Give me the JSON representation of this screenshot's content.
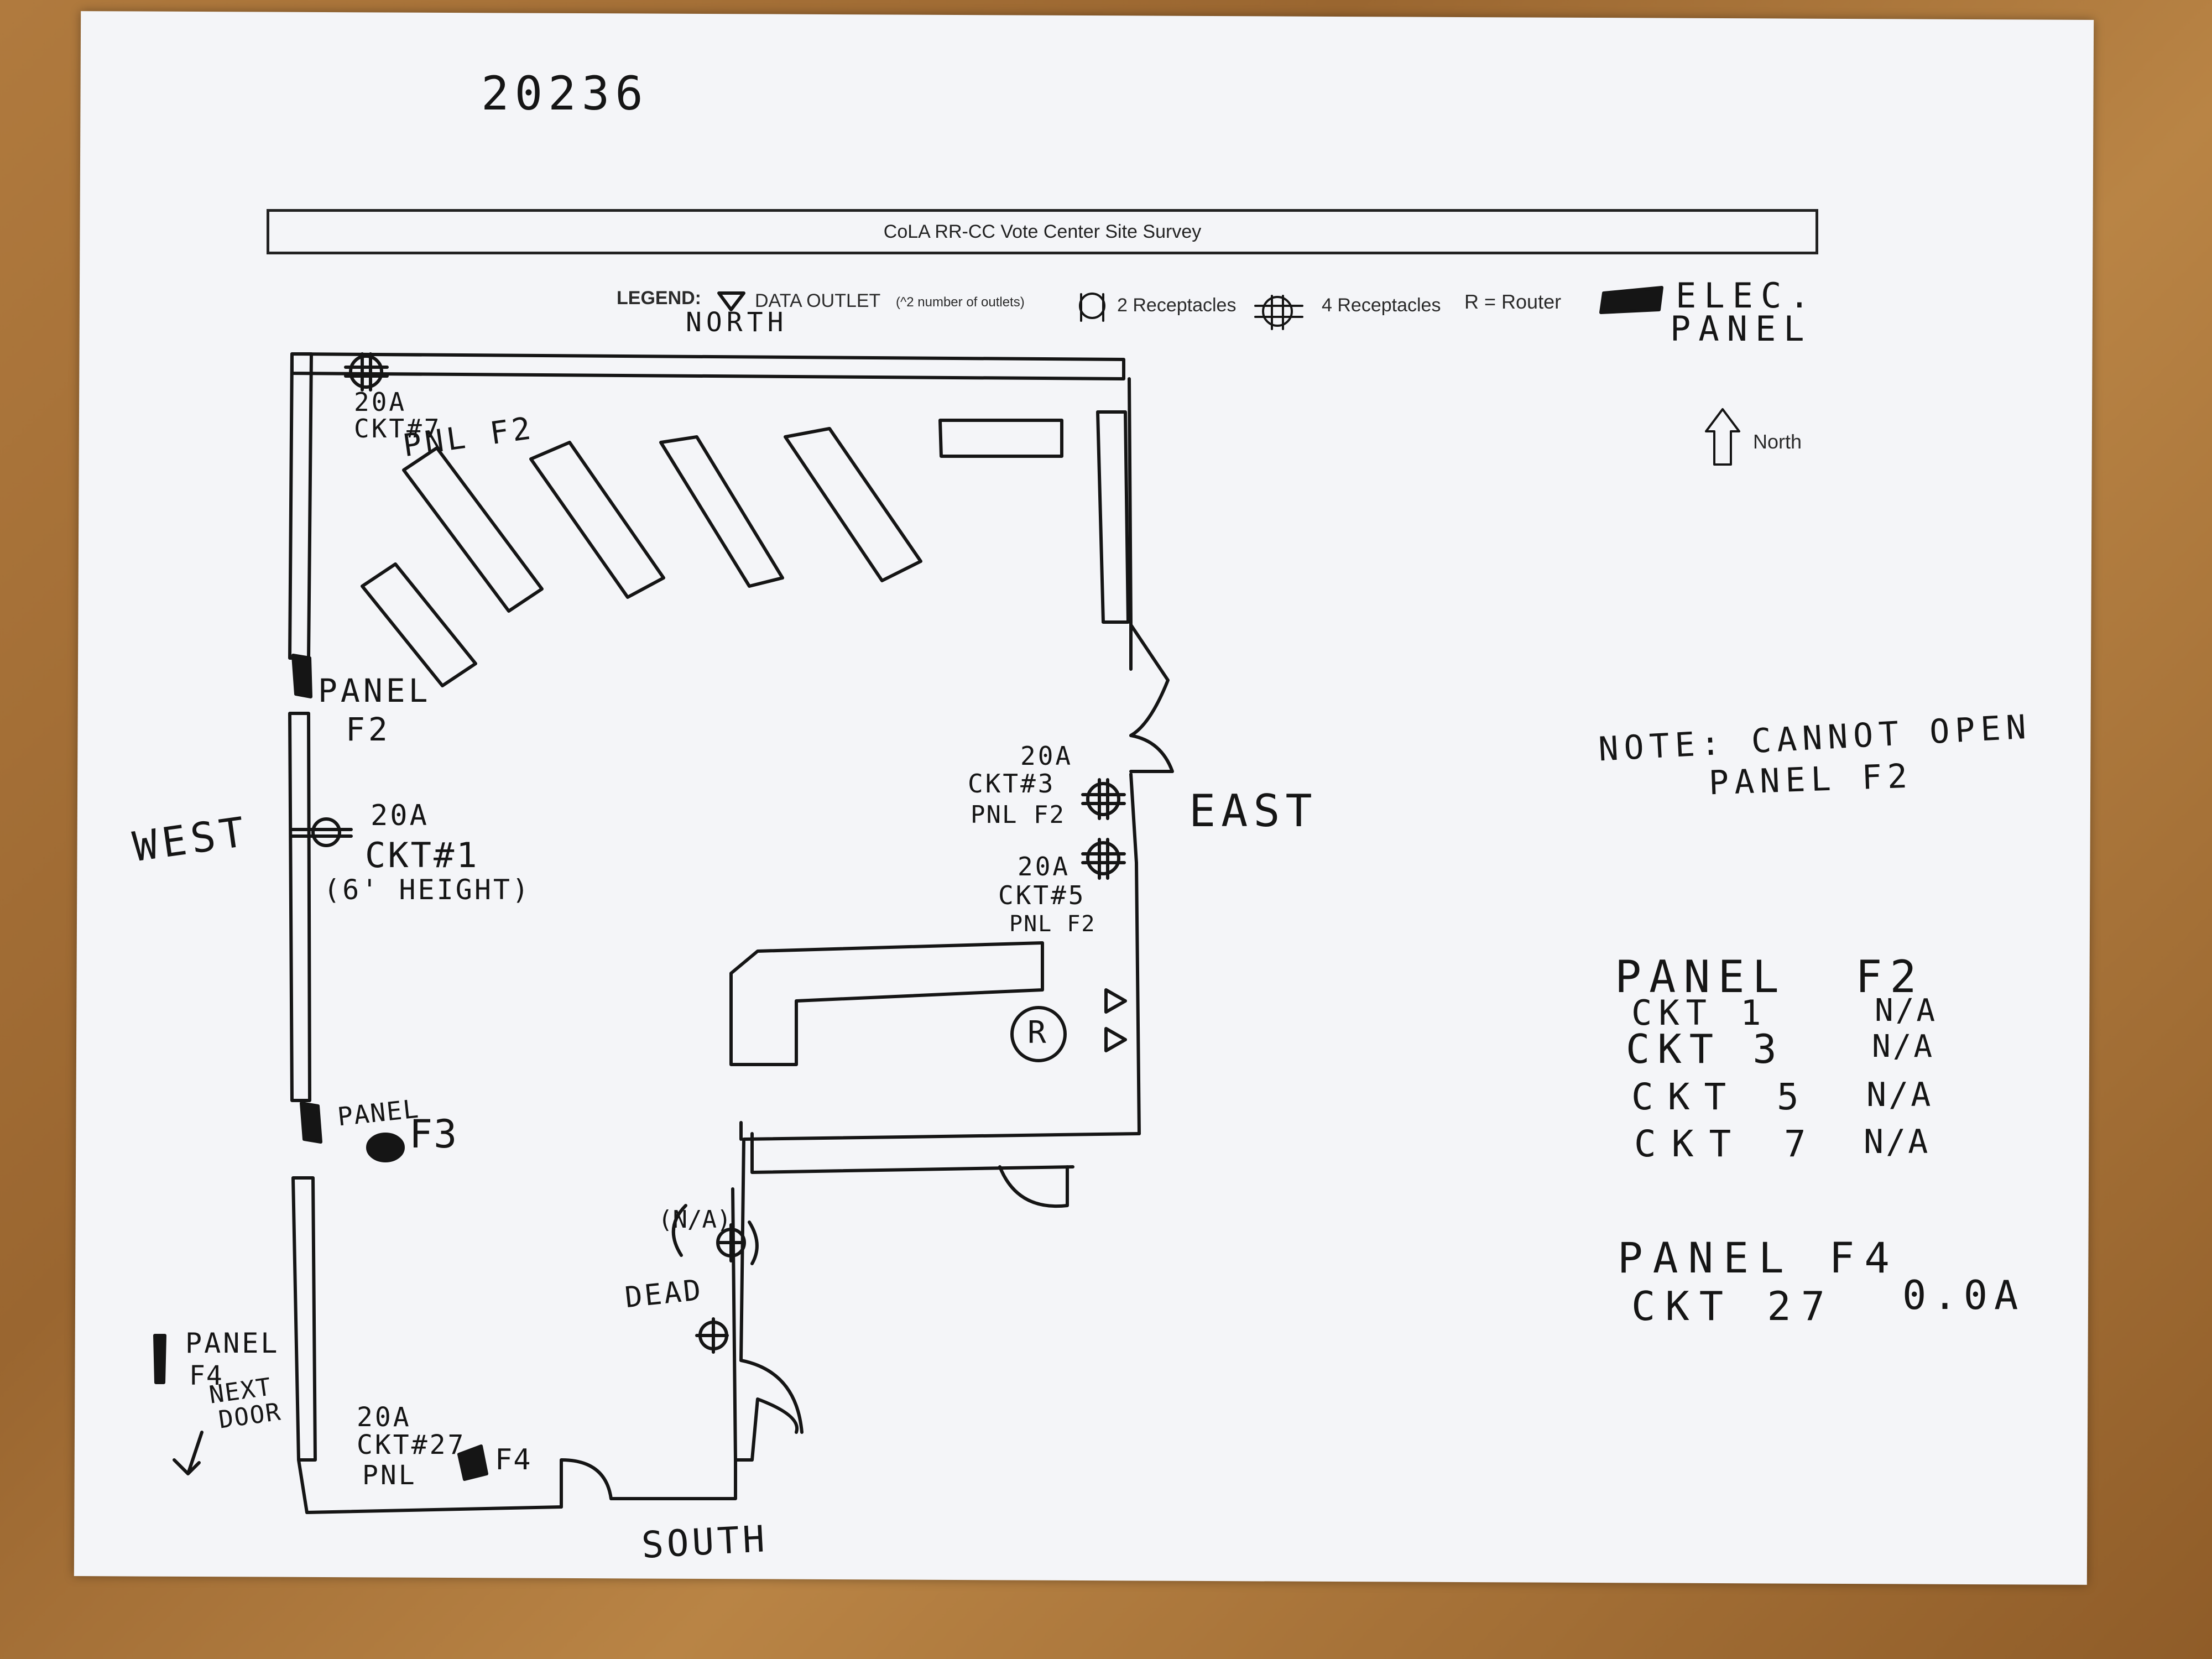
{
  "doc_number": "20236",
  "title": "CoLA RR-CC Vote Center Site Survey",
  "legend": {
    "label": "LEGEND:",
    "data_outlet": "DATA OUTLET",
    "data_outlet_note": "(^2 number of outlets)",
    "two_receptacles": "2 Receptacles",
    "four_receptacles": "4 Receptacles",
    "router": "R = Router",
    "elec_panel_1": "ELEC.",
    "elec_panel_2": "PANEL",
    "north_hand": "NORTH",
    "north_arrow": "North"
  },
  "directions": {
    "west": "WEST",
    "east": "EAST",
    "south": "SOUTH"
  },
  "annotations": {
    "ckt7_a": "20A",
    "ckt7_b": "CKT#7",
    "ckt7_c": "PNL F2",
    "panel_f2_a": "PANEL",
    "panel_f2_b": "F2",
    "ckt1_a": "20A",
    "ckt1_b": "CKT#1",
    "ckt1_c": "(6' HEIGHT)",
    "ckt3_a": "20A",
    "ckt3_b": "CKT#3",
    "ckt3_c": "PNL F2",
    "ckt5_a": "20A",
    "ckt5_b": "CKT#5",
    "ckt5_c": "PNL F2",
    "router_mark": "R",
    "panel_f3_a": "PANEL",
    "panel_f3_b": "F3",
    "na_mark": "(N/A)",
    "dead": "DEAD",
    "panel_f4_a": "PANEL",
    "panel_f4_b": "F4",
    "panel_f4_c": "NEXT",
    "panel_f4_d": "DOOR",
    "ckt27_a": "20A",
    "ckt27_b": "CKT#27",
    "ckt27_c": "PNL",
    "ckt27_d": "F4"
  },
  "note": {
    "line1": "NOTE: CANNOT OPEN",
    "line2": "PANEL F2"
  },
  "panel_f2_table": {
    "heading": "PANEL  F2",
    "rows": [
      {
        "ckt": "CKT 1",
        "val": "N/A"
      },
      {
        "ckt": "CKT 3",
        "val": "N/A"
      },
      {
        "ckt": "CKT 5",
        "val": "N/A"
      },
      {
        "ckt": "CKT 7",
        "val": "N/A"
      }
    ]
  },
  "panel_f4_table": {
    "heading": "PANEL F4",
    "rows": [
      {
        "ckt": "CKT 27",
        "val": "0.0A"
      }
    ]
  },
  "colors": {
    "ink": "#151515",
    "paper": "#f4f5f8",
    "desk": "#a8733a"
  }
}
